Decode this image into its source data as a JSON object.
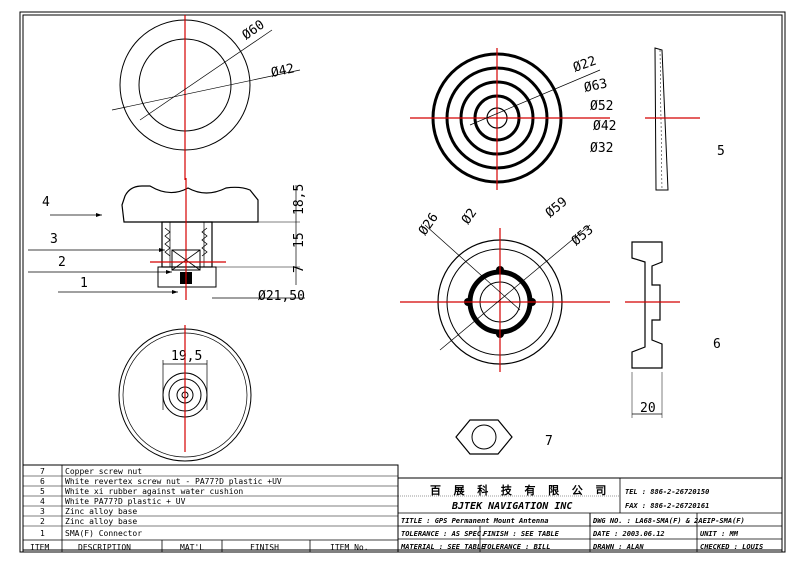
{
  "dims": {
    "d60": "Ø60",
    "d42": "Ø42",
    "h18_5": "18,5",
    "h15": "15",
    "h7": "7",
    "d21_50": "Ø21,50",
    "w19_5": "19,5",
    "r_d22": "Ø22",
    "r_d63": "Ø63",
    "r_d52": "Ø52",
    "r_d42": "Ø42",
    "r_d32": "Ø32",
    "b_d26": "Ø26",
    "b_d2": "Ø2",
    "b_d59": "Ø59",
    "b_d53": "Ø53",
    "w20": "20"
  },
  "callouts": {
    "c1": "1",
    "c2": "2",
    "c3": "3",
    "c4": "4",
    "c5": "5",
    "c6": "6",
    "c7": "7"
  },
  "bom": {
    "rows": [
      {
        "item": "7",
        "desc": "Copper screw nut"
      },
      {
        "item": "6",
        "desc": "White revertex screw nut - PA77?D plastic +UV"
      },
      {
        "item": "5",
        "desc": "White xi rubber against water cushion"
      },
      {
        "item": "4",
        "desc": "White PA77?D plastic + UV"
      },
      {
        "item": "3",
        "desc": "Zinc alloy base"
      },
      {
        "item": "2",
        "desc": "Zinc alloy base"
      },
      {
        "item": "1",
        "desc": "SMA(F) Connector"
      }
    ],
    "headers": {
      "item": "ITEM",
      "desc": "DESCRIPTION",
      "matl": "MAT'L",
      "finish": "FINISH",
      "itemno": "ITEM No."
    }
  },
  "title_block": {
    "company_cn": "百 展 科 技 有 限 公 司",
    "company_en": "BJTEK NAVIGATION INC",
    "tel": "TEL : 886-2-26720150",
    "fax": "FAX : 886-2-26720161",
    "title": "TITLE : GPS Permanent Mount Antenna",
    "dwg": "DWG NO. : LA68-SMA(F)  & 2AEIP-SMA(F)",
    "tolerance": "TOLERANCE :  AS  SPEC.",
    "finish": "FINISH : SEE TABLE",
    "date": "DATE : 2003.06.12",
    "unit": "UNIT :  MM",
    "material": "MATERIAL :  SEE TABLE",
    "tolerance2": "TOLERANCE : BILL",
    "drawn": "DRAWN :  ALAN",
    "checked": "CHECKED : LOUIS"
  }
}
